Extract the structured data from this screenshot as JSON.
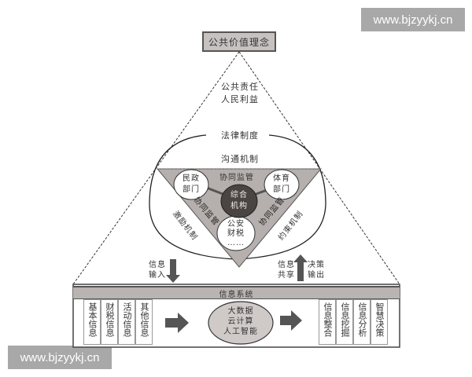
{
  "watermarks": {
    "top_right": "www.bjzyykj.cn",
    "bottom_left": "www.bjzyykj.cn"
  },
  "top_box": {
    "label": "公共价值理念"
  },
  "pyramid": {
    "line1": "公共责任",
    "line2": "人民利益",
    "law": "法律制度",
    "communication": "沟通机制"
  },
  "inner_triangle": {
    "top_edge": "协同监管",
    "left_edge": "协同监管",
    "right_edge": "协同监管",
    "left_outer": "激励机制",
    "right_outer": "约束机制",
    "center": [
      "综合",
      "机构"
    ],
    "node_left": [
      "民政",
      "部门"
    ],
    "node_right": [
      "体育",
      "部门"
    ],
    "node_bottom": [
      "公安",
      "财税",
      "……"
    ]
  },
  "arrows": {
    "input_label": [
      "信息",
      "输入"
    ],
    "share_label": [
      "信息",
      "共享"
    ],
    "decision_label": [
      "决策",
      "输出"
    ]
  },
  "info_system": {
    "title": "信息系统",
    "inputs": [
      "基本信息",
      "财税信息",
      "活动信息",
      "其他信息"
    ],
    "core": [
      "大数据",
      "云计算",
      "人工智能"
    ],
    "outputs": [
      "信息整合",
      "信息挖掘",
      "信息分析",
      "智慧决策"
    ]
  },
  "colors": {
    "box_gray": "#c7c2c0",
    "tri_gray": "#b5b0ae",
    "center_dark": "#4a4442",
    "arrow_dark": "#555555"
  }
}
